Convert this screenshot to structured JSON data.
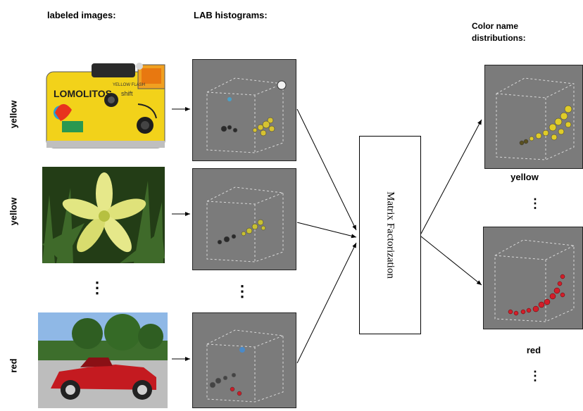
{
  "headers": {
    "labeled_images": "labeled images:",
    "lab_histograms": "LAB histograms:",
    "color_name_distributions": "Color name distributions:"
  },
  "row_labels": [
    "yellow",
    "yellow",
    "red"
  ],
  "camera": {
    "brand": "LOMOLITOS",
    "sub": "YELLOW FLASH",
    "model": "shift"
  },
  "matrix_box": {
    "label": "Matrix Factorization"
  },
  "outputs": [
    {
      "label": "yellow"
    },
    {
      "label": "red"
    }
  ],
  "ellipsis": "⋮",
  "colors": {
    "histogram_bg": "#7b7b7b",
    "yellow_point": "#d8c832",
    "red_point": "#c81e28"
  }
}
